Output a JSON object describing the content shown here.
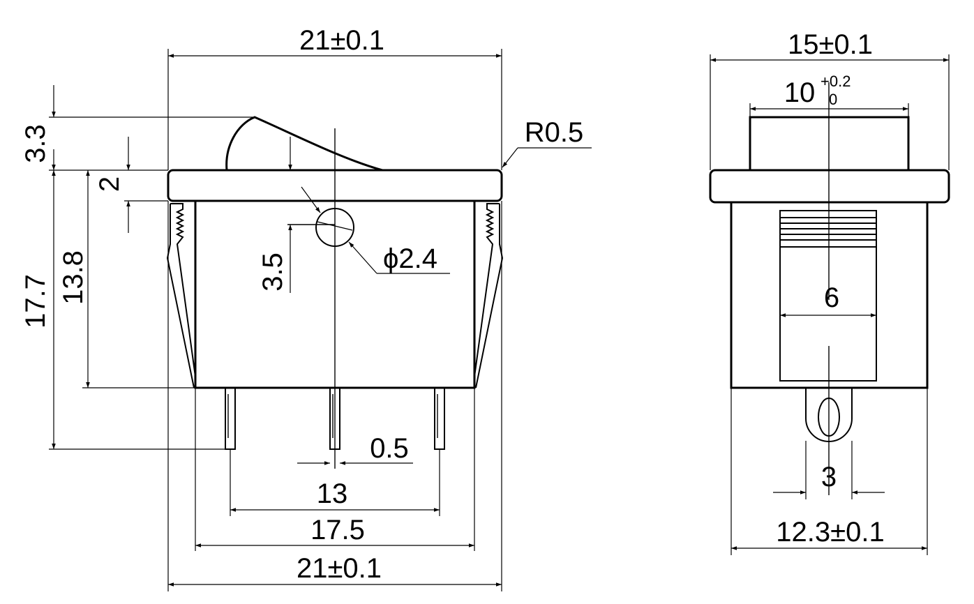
{
  "drawing": {
    "front_view": {
      "width_top": "21±0.1",
      "width_bottom": "21±0.1",
      "body_width": "17.5",
      "pin_span": "13",
      "pin_thickness": "0.5",
      "total_height": "17.7",
      "body_height": "13.8",
      "rocker_height": "3.3",
      "flange_thickness": "2",
      "hole_offset": "3.5",
      "hole_diameter": "ϕ2.4",
      "corner_radius": "R0.5"
    },
    "side_view": {
      "width_top": "15±0.1",
      "rocker_width_base": "10",
      "rocker_tol_upper": "+0.2",
      "rocker_tol_lower": "0",
      "slot_width": "6",
      "pin_width": "3",
      "body_width": "12.3±0.1"
    }
  }
}
